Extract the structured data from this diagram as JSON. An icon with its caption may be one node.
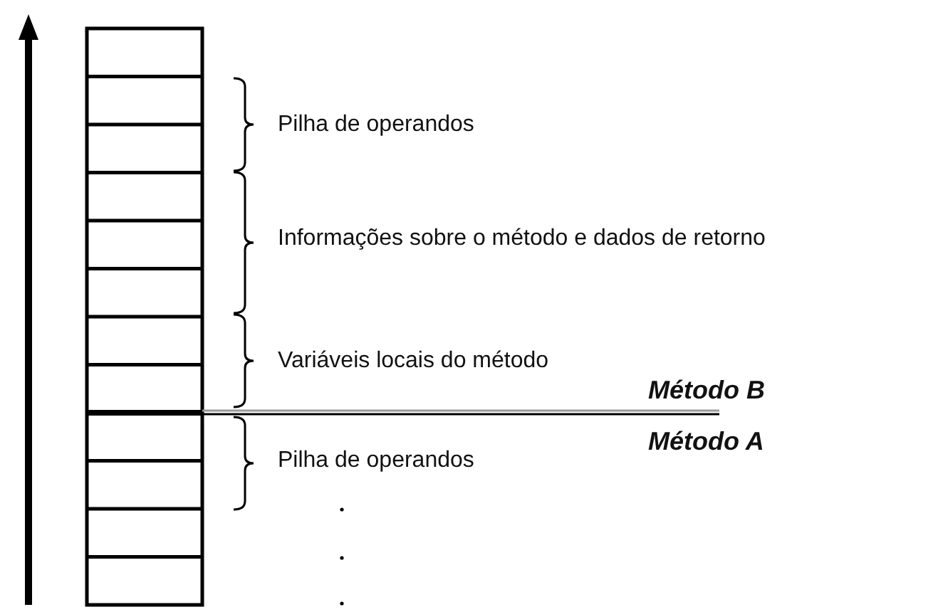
{
  "diagram": {
    "labels": [
      "Pilha de operandos",
      "Informações sobre o método e dados de retorno",
      "Variáveis locais do método",
      "Método B",
      "Método A",
      "Pilha de operandos"
    ]
  }
}
